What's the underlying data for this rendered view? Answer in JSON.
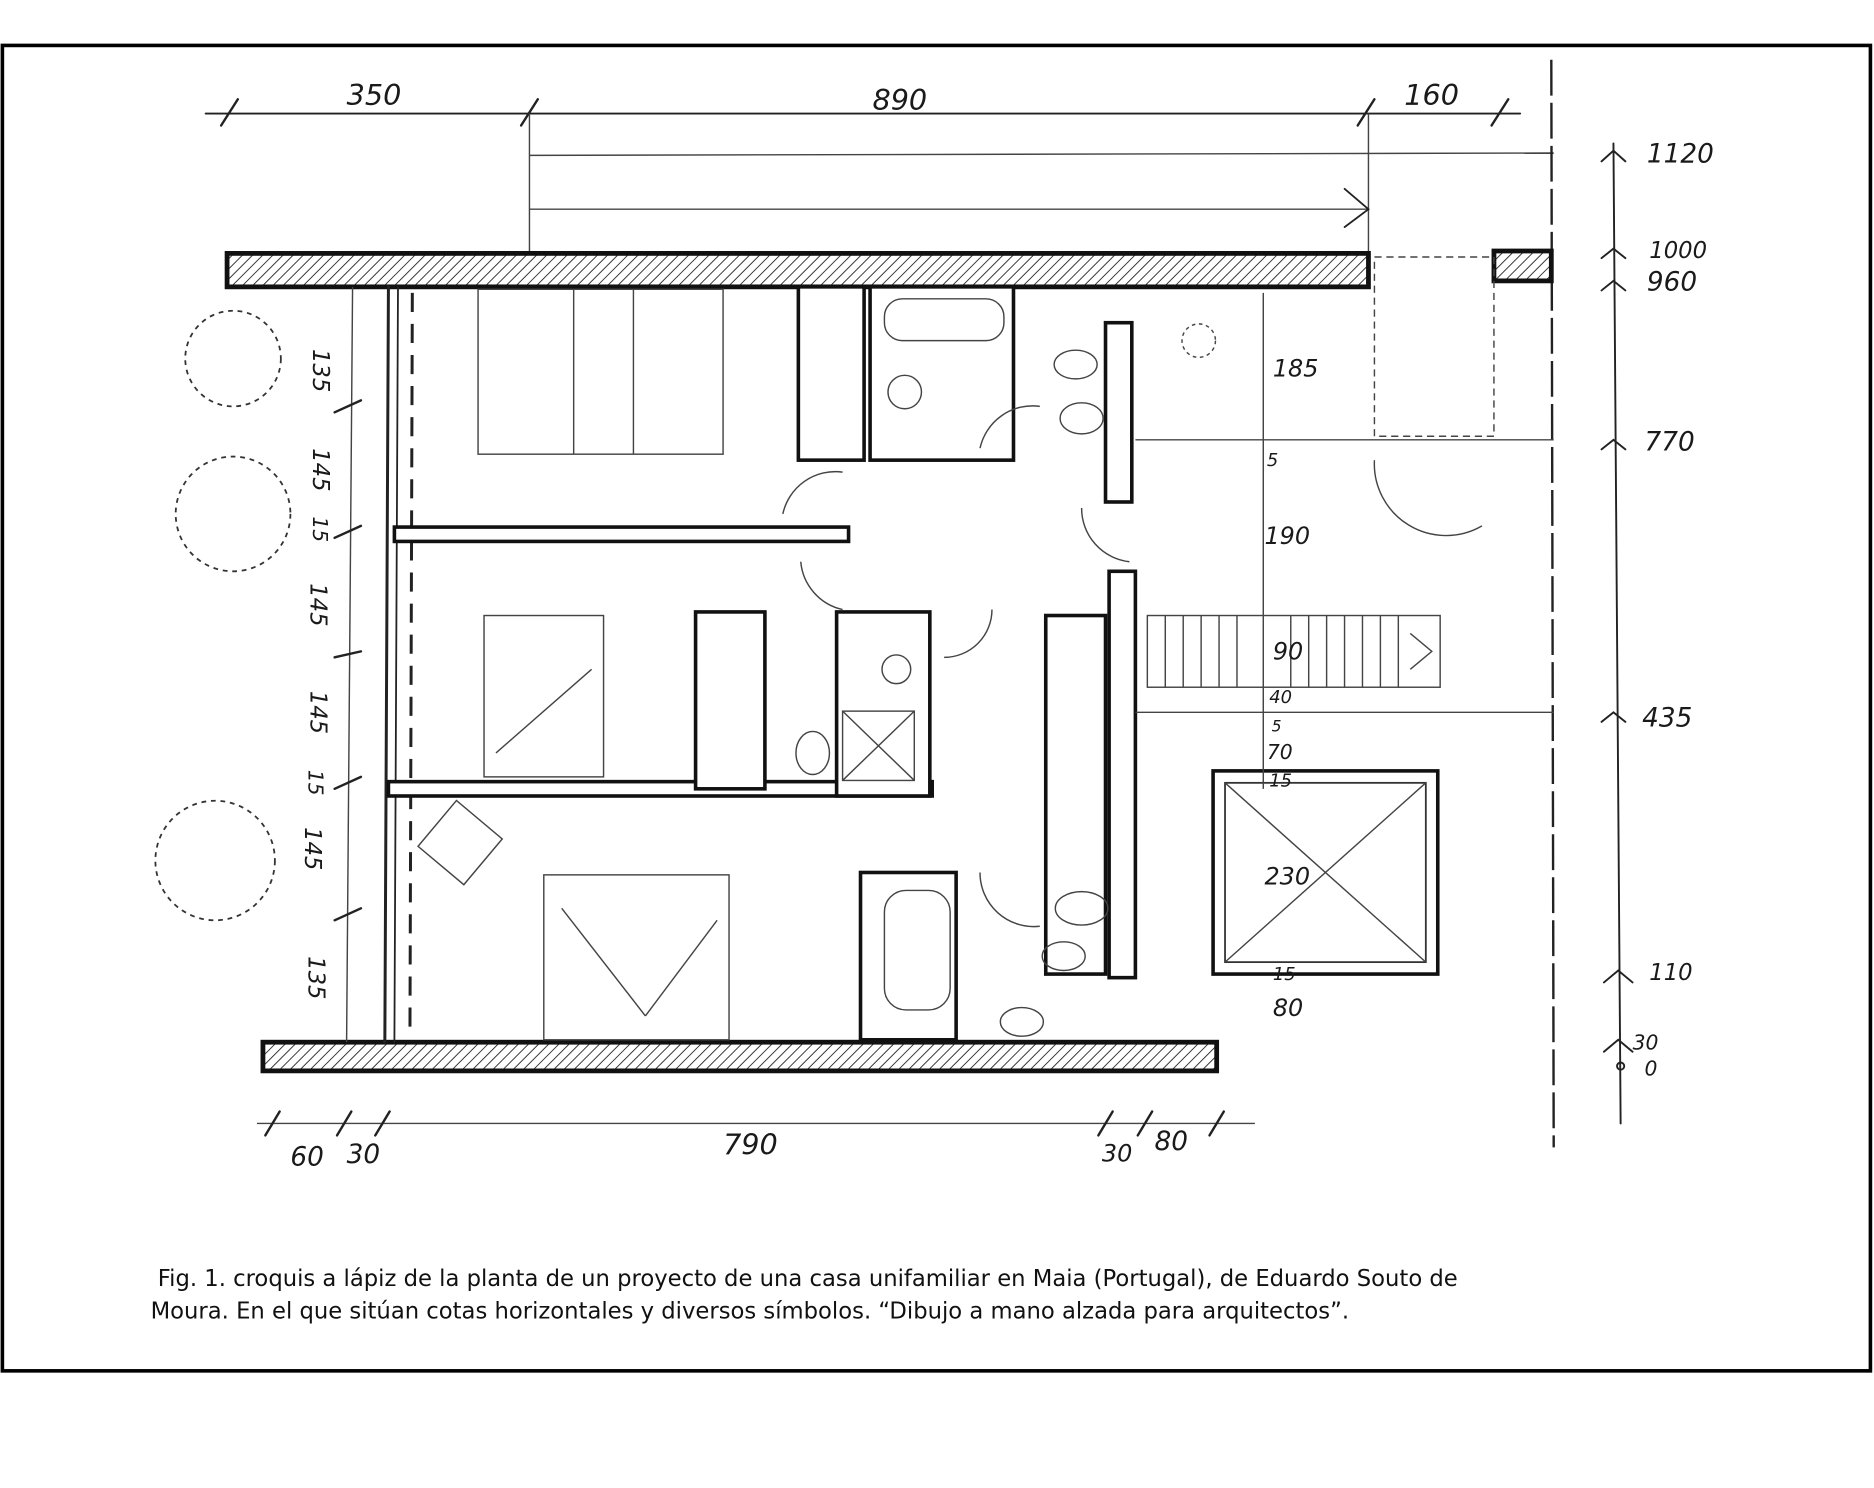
{
  "figure": {
    "caption_line1": "Fig. 1. croquis a lápiz de la planta de un proyecto de una casa unifamiliar en Maia (Portugal), de Eduardo Souto de",
    "caption_line2": "Moura. En el que sitúan cotas horizontales y diversos símbolos. “Dibujo a mano alzada para arquitectos”."
  },
  "dimensions": {
    "top": [
      "350",
      "890",
      "160"
    ],
    "bottom": [
      "60",
      "30",
      "790",
      "30",
      "80"
    ],
    "left": [
      "135",
      "145",
      "15",
      "145",
      "145",
      "15",
      "145",
      "135"
    ],
    "levels": [
      "1120",
      "1000",
      "960",
      "770",
      "435",
      "110",
      "30",
      "0"
    ],
    "interior": [
      "185",
      "5",
      "190",
      "90",
      "40",
      "5",
      "70",
      "15",
      "230",
      "15",
      "80"
    ]
  },
  "colors": {
    "ink": "#1a1a1a",
    "paper": "#ffffff",
    "frame": "#000000"
  }
}
